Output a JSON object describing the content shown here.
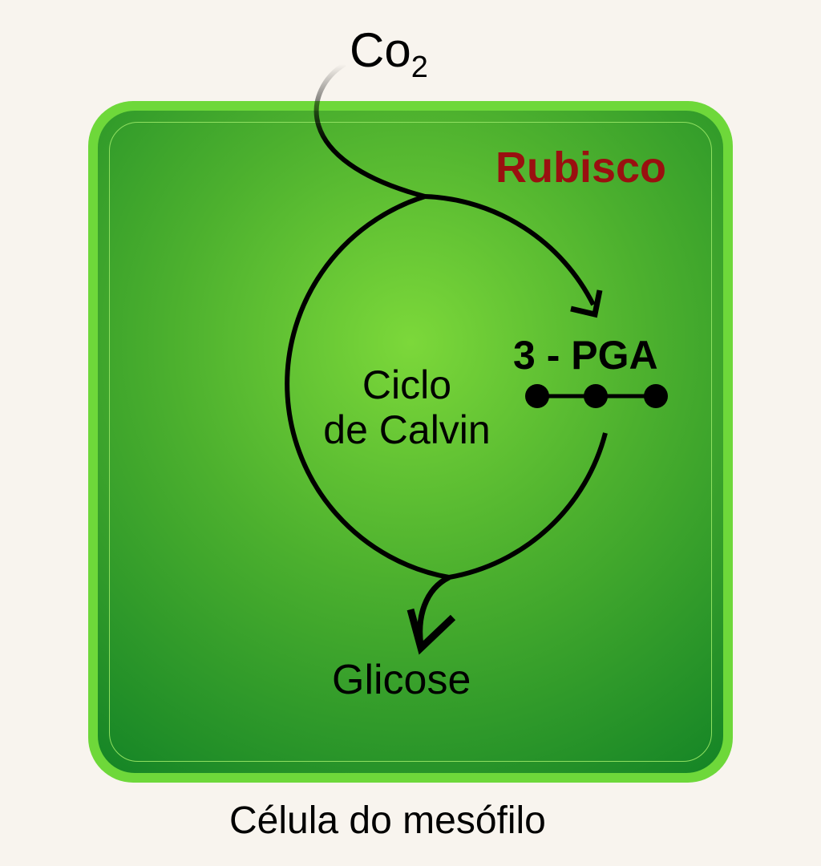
{
  "co2": {
    "base": "Co",
    "sub": "2"
  },
  "enzyme": "Rubisco",
  "product": "3 - PGA",
  "cycle": [
    "Ciclo",
    "de Calvin"
  ],
  "output": "Glicose",
  "caption": "Célula do mesófilo",
  "colors": {
    "enzyme": "#9a1010",
    "cell": "#6ed83a"
  }
}
